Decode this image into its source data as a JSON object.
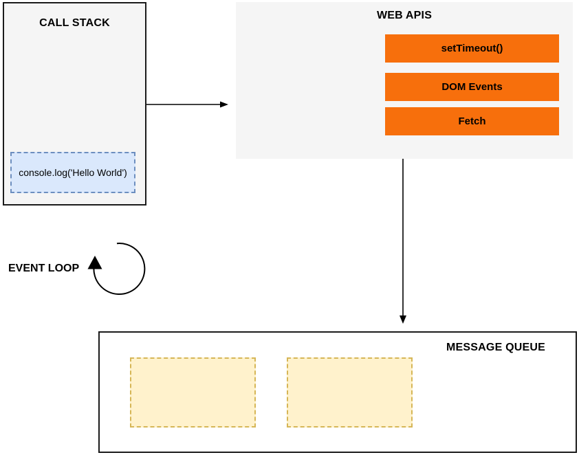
{
  "call_stack": {
    "title": "CALL STACK",
    "frame_label": "console.log('Hello World')"
  },
  "web_apis": {
    "title": "WEB APIS",
    "buttons": [
      "setTimeout()",
      "DOM Events",
      "Fetch"
    ]
  },
  "event_loop": {
    "label": "EVENT LOOP",
    "icon": "circular-arrow-clockwise"
  },
  "message_queue": {
    "title": "MESSAGE QUEUE",
    "empty_slot_count": 2
  },
  "connectors": {
    "call_stack_to_web_apis": "arrow-right",
    "web_apis_to_message_queue": "arrow-down"
  },
  "colors": {
    "bg": "#ffffff",
    "panel-gray": "#f5f5f5",
    "stroke-dark": "#1a1a1a",
    "orange": "#f76f0c",
    "blue-fill": "#dae8fc",
    "blue-stroke": "#6c8ebf",
    "yellow-fill": "#fff2cc",
    "yellow-stroke": "#d6b656",
    "text": "#000000"
  }
}
